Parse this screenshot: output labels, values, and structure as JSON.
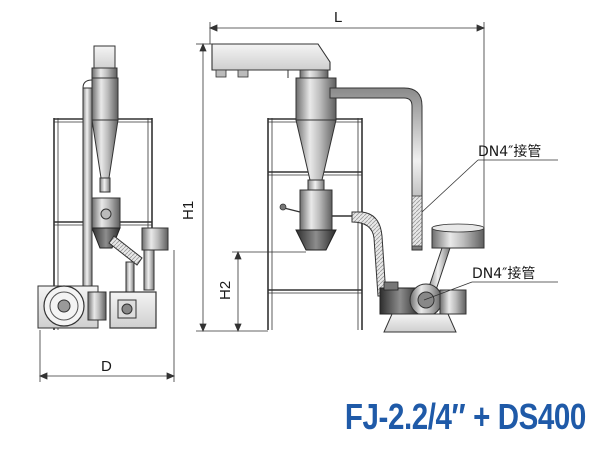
{
  "dimensions": {
    "length": "L",
    "height_total": "H1",
    "height_outlet": "H2",
    "depth": "D"
  },
  "callouts": {
    "upper_pipe": "DN4″接管",
    "lower_pipe": "DN4″接管"
  },
  "model": {
    "title": "FJ-2.2/4″ + DS400"
  },
  "colors": {
    "title": "#1f5aa8",
    "metal_light": "#e6e6e6",
    "metal_mid": "#a9a9a9",
    "metal_dark": "#5a5a5a",
    "line": "#222222"
  }
}
